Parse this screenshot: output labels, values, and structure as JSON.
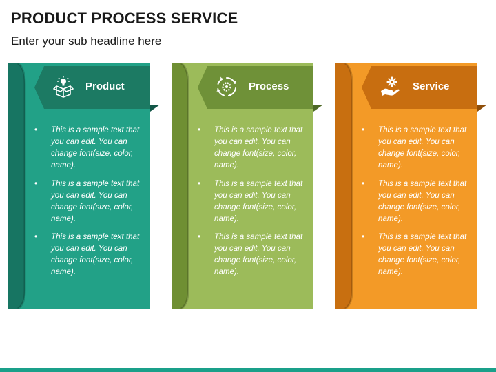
{
  "header": {
    "title": "PRODUCT PROCESS SERVICE",
    "subtitle": "Enter your sub headline here"
  },
  "cards": [
    {
      "label": "Product",
      "icon": "gift-box-lightbulb-icon",
      "colors": {
        "panel": "#22a187",
        "spine": "#177562",
        "banner": "#1c7a63",
        "banner_fold": "#125647"
      },
      "bullets": [
        "This is a sample text that you can edit. You can change font(size, color, name).",
        "This is a sample text that you can edit. You can change font(size, color, name).",
        "This is a sample text that you can edit. You can change font(size, color, name)."
      ]
    },
    {
      "label": "Process",
      "icon": "process-cycle-gear-icon",
      "colors": {
        "panel": "#9cbb5a",
        "spine": "#6f8f33",
        "banner": "#6f9138",
        "banner_fold": "#4d6826"
      },
      "bullets": [
        "This is a sample text that you can edit. You can change font(size, color, name).",
        "This is a sample text that you can edit. You can change font(size, color, name).",
        "This is a sample text that you can edit. You can change font(size, color, name)."
      ]
    },
    {
      "label": "Service",
      "icon": "hand-gear-icon",
      "colors": {
        "panel": "#f39a27",
        "spine": "#c86f10",
        "banner": "#c86e10",
        "banner_fold": "#8f4e0a"
      },
      "bullets": [
        "This is a sample text that you can edit. You can change font(size, color, name).",
        "This is a sample text that you can edit. You can change font(size, color, name).",
        "This is a sample text that you can edit. You can change font(size, color, name)."
      ]
    }
  ],
  "bullet_glyph": "•"
}
